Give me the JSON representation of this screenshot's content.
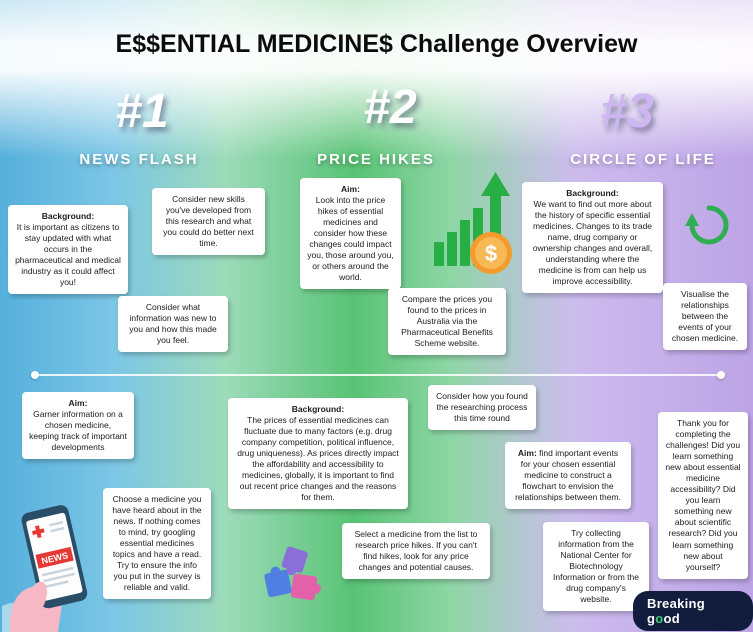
{
  "title": "E$$ENTIAL MEDICINE$ Challenge Overview",
  "col1": {
    "number": "#1",
    "heading": "NEWS FLASH",
    "background_label": "Background:",
    "background_text": "It is important as citizens to stay updated with what occurs in the pharmaceutical and medical industry as it could affect you!",
    "skills_text": "Consider new skills you've developed from this research and what you could do better next time.",
    "reflect_text": "Consider what information was new to you and how this made you feel.",
    "aim_label": "Aim:",
    "aim_text": "Garner information on a chosen medicine, keeping track of important developments",
    "choose_text": "Choose a medicine you have heard about in the news. If nothing comes to mind, try googling essential medicines topics and have a read. Try to ensure the info you put in the survey is reliable and valid.",
    "phone_label": "NEWS"
  },
  "col2": {
    "number": "#2",
    "heading": "PRICE HIKES",
    "aim_label": "Aim:",
    "aim_text": "Look into the price hikes of essential medicines and consider how these changes could impact you, those around you, or others around the world.",
    "compare_text": "Compare the prices you found to the prices in Australia via the Pharmaceutical Benefits Scheme website.",
    "background_label": "Background:",
    "background_text": "The prices of essential medicines can fluctuate due to many factors (e.g. drug company competition, political influence, drug uniqueness). As prices directly impact the affordability and accessibility to medicines, globally, it is important to find out recent price changes and the reasons for them.",
    "select_text": "Select a medicine from the list to research price hikes. If you can't find hikes, look for any price changes and potential causes.",
    "coin_symbol": "$"
  },
  "col3": {
    "number": "#3",
    "heading": "CIRCLE OF LIFE",
    "background_label": "Background:",
    "background_text": "We want to find out more about the history of specific essential medicines. Changes to its trade name, drug company or ownership changes and overall, understanding where the medicine is from can help us improve accessibility.",
    "visualise_text": "Visualise the relationships between the events of your chosen medicine.",
    "consider_text": "Consider how you found the researching process this time round",
    "aim_label": "Aim:",
    "aim_text": "find important events for your chosen essential medicine to construct a flowchart to envision the relationships between them.",
    "thanks_text": "Thank you for completing the challenges! Did you learn something new about essential medicine accessibility? Did you learn something new about scientific research? Did you learn something new about yourself?",
    "collect_text": "Try collecting information from the National Center for Biotechnology Information or from the drug company's website."
  },
  "logo": {
    "part1": "Breaking g",
    "accent": "o",
    "part2": "od"
  },
  "colors": {
    "column_blue": "#5fb5de",
    "column_green": "#58c374",
    "column_purple": "#bda4e6",
    "icon_green": "#2fae52",
    "coin_orange": "#f39c2d",
    "logo_navy": "#121d3d",
    "logo_green": "#35d073"
  }
}
